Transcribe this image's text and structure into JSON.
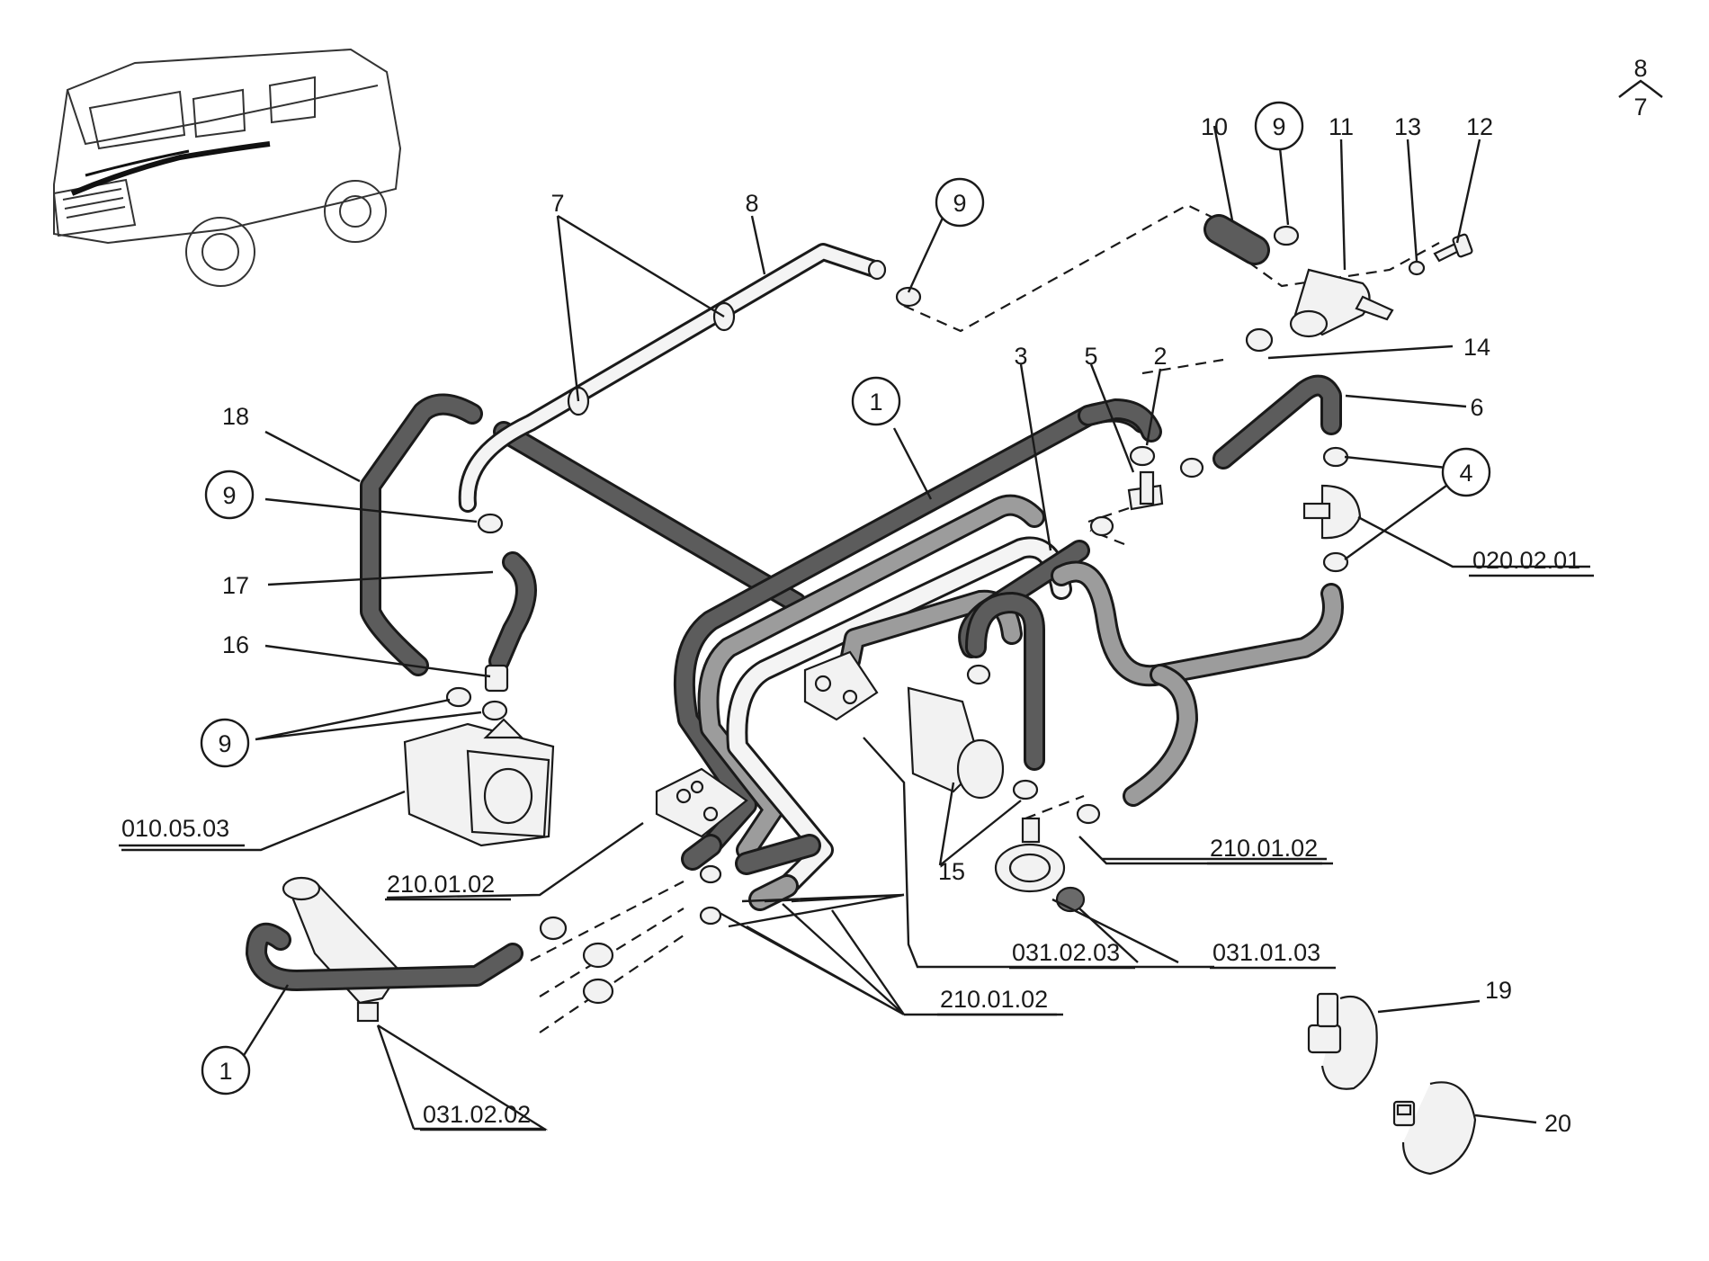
{
  "page_ref": {
    "numerator": "8",
    "denominator": "7"
  },
  "callouts": {
    "n1a": "1",
    "n1b": "1",
    "n2": "2",
    "n3": "3",
    "n4": "4",
    "n5": "5",
    "n6": "6",
    "n7": "7",
    "n8": "8",
    "n9a": "9",
    "n9b": "9",
    "n9c": "9",
    "n9d": "9",
    "n10": "10",
    "n11": "11",
    "n12": "12",
    "n13": "13",
    "n14": "14",
    "n15": "15",
    "n16": "16",
    "n17": "17",
    "n18": "18",
    "n19": "19",
    "n20": "20"
  },
  "references": {
    "r_020_02_01": "020.02.01",
    "r_010_05_03": "010.05.03",
    "r_210_01_02_a": "210.01.02",
    "r_210_01_02_b": "210.01.02",
    "r_210_01_02_c": "210.01.02",
    "r_031_02_03": "031.02.03",
    "r_031_01_03": "031.01.03",
    "r_031_02_02": "031.02.02"
  }
}
